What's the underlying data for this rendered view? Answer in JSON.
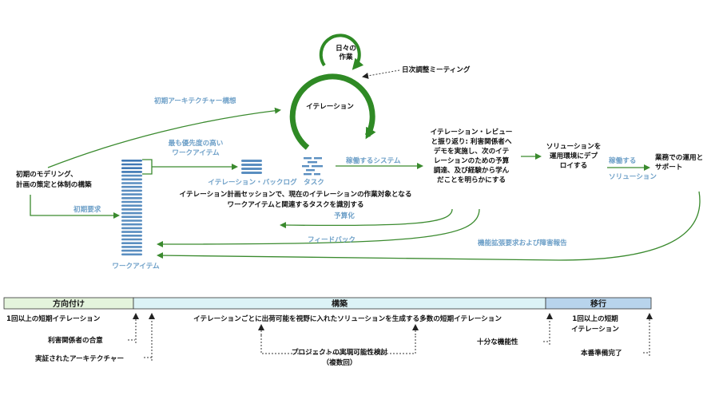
{
  "diagram": {
    "daily_work": [
      "日々の",
      "作業"
    ],
    "daily_meeting": "日次調整ミーティング",
    "iteration": "イテレーション",
    "initial_architecture": "初期アーキテクチャー構想",
    "high_priority": [
      "最も優先度の高い",
      "ワークアイテム"
    ],
    "iteration_backlog": "イテレーション・バックログ",
    "task": "タスク",
    "working_system": "稼働するシステム",
    "review": [
      "イテレーション・レビュー",
      "と振り返り: 利害関係者へ",
      "デモを実施し、次のイテ",
      "レーションのための予算",
      "調達、及び経験から学ん",
      "だことを明らかにする"
    ],
    "release": [
      "ソリューションを",
      "運用環境にデプ",
      "ロイする"
    ],
    "working_solution": [
      "稼働する",
      "ソリューション"
    ],
    "operations": [
      "業務での運用と",
      "サポート"
    ],
    "initial_modeling": [
      "初期のモデリング、",
      "計画の策定と体制の構築"
    ],
    "initial_requirements": "初期要求",
    "planning_session": [
      "イテレーション計画セッションで、現在のイテレーションの作業対象となる",
      "ワークアイテムと関連するタスクを識別する"
    ],
    "funding": "予算化",
    "feedback": "フィードバック",
    "enhancements": "機能拡張要求および障害報告",
    "work_items": "ワークアイテム"
  },
  "timeline": {
    "phases": [
      {
        "label": "方向付け",
        "color": "#e4f4dc"
      },
      {
        "label": "構築",
        "color": "#dcf3f6"
      },
      {
        "label": "移行",
        "color": "#b8d4ec"
      }
    ],
    "inception_note": "1回以上の短期イテレーション",
    "construction_note": "イテレーションごとに出荷可能を視野に入れたソリューションを生成する多数の短期イテレーション",
    "transition_note": [
      "1回以上の短期",
      "イテレーション"
    ],
    "stakeholder_consensus": "利害関係者の合意",
    "proven_architecture": "実証されたアーキテクチャー",
    "project_viability": [
      "プロジェクトの実現可能性検討",
      "（複数回）"
    ],
    "sufficient_functionality": "十分な機能性",
    "production_ready": "本番準備完了"
  }
}
